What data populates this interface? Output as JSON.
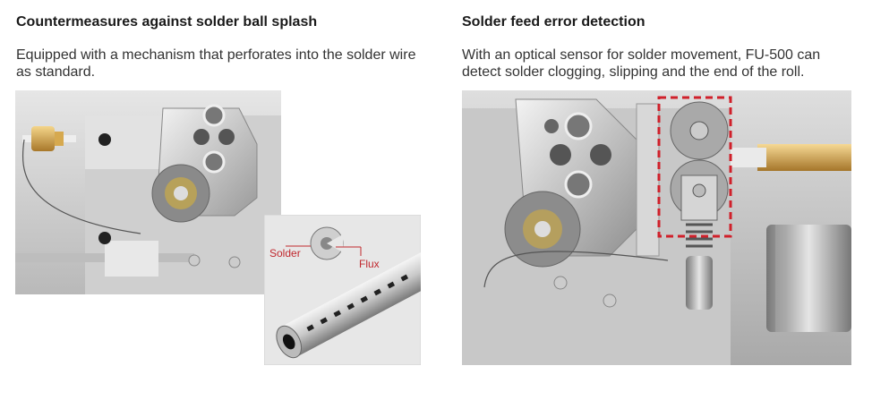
{
  "left_section": {
    "heading": "Countermeasures against solder ball splash",
    "description_line1": "Equipped with a mechanism that perforates into the solder wire",
    "description_line2": "as standard.",
    "photo_icon": "solder-feeder-photo",
    "inset_labels": {
      "solder": "Solder",
      "flux": "Flux"
    },
    "inset_icon": "perforated-solder-wire-illustration"
  },
  "right_section": {
    "heading": "Solder feed error detection",
    "description_line1": "With an optical sensor for solder movement, FU-500 can",
    "description_line2": "detect solder clogging, slipping and the end of the roll.",
    "photo_icon": "optical-sensor-photo",
    "highlight_color": "#d0202a"
  },
  "colors": {
    "accent_red": "#c0282e"
  }
}
